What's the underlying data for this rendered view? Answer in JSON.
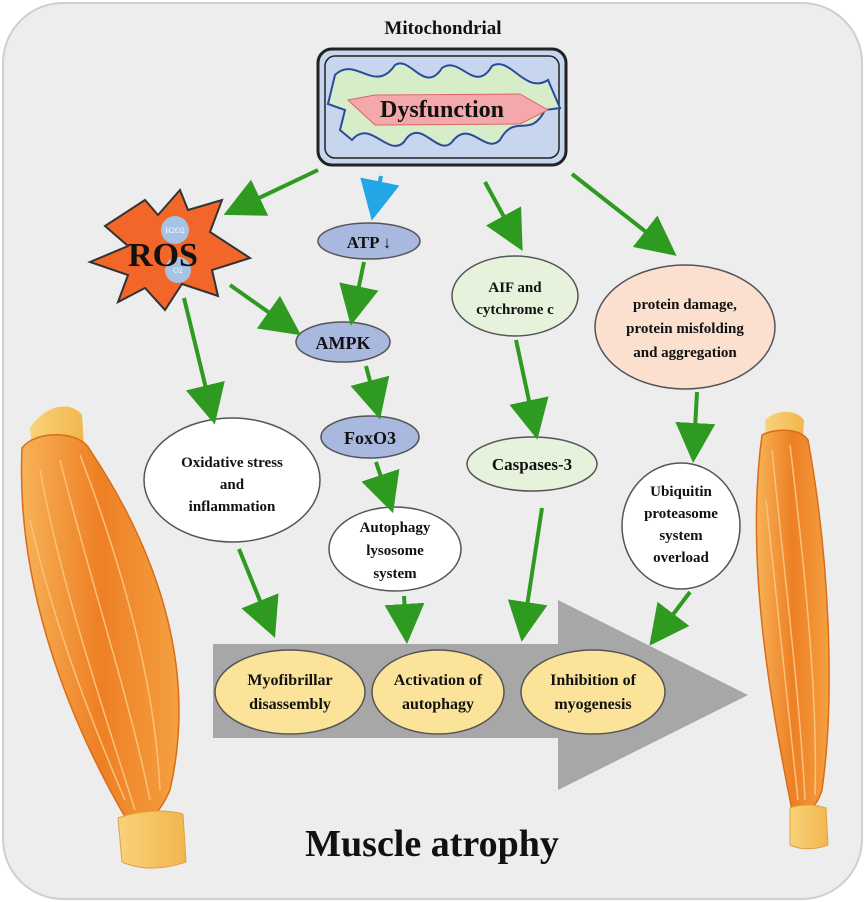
{
  "colors": {
    "background": "#ededed",
    "arrow_green": "#2e9a1f",
    "arrow_blue": "#22a6e6",
    "blue_node": "#a9b8de",
    "green_node": "#e6f2dc",
    "peach_node": "#fbe0cf",
    "white_node": "#ffffff",
    "yellow_node": "#fbe39a",
    "big_arrow": "#a7a7a7",
    "ros_star": "#f2662a",
    "mito_frame": "#c7d6ee",
    "mito_inner": "#d7ecc9",
    "dysfunction_band": "#f4a8ac",
    "muscle": "#ef8a2c"
  },
  "title_top": "Mitochondrial",
  "mito_label": "Dysfunction",
  "ros": {
    "label": "ROS",
    "bubbles": [
      "H2O2",
      "O2"
    ]
  },
  "nodes": {
    "atp": "ATP ↓",
    "ampk": "AMPK",
    "foxo3": "FoxO3",
    "aif": [
      "AIF and",
      "cytchrome c"
    ],
    "caspase": "Caspases-3",
    "protein": [
      "protein damage,",
      "protein misfolding",
      "and aggregation"
    ],
    "oxidative": [
      "Oxidative stress",
      "and",
      "inflammation"
    ],
    "autophagy_sys": [
      "Autophagy",
      "lysosome",
      "system"
    ],
    "ubiquitin": [
      "Ubiquitin",
      "proteasome",
      "system",
      "overload"
    ]
  },
  "outcomes": {
    "myofibrillar": [
      "Myofibrillar",
      "disassembly"
    ],
    "activation": [
      "Activation of",
      "autophagy"
    ],
    "inhibition": [
      "Inhibition of",
      "myogenesis"
    ]
  },
  "footer": "Muscle atrophy"
}
